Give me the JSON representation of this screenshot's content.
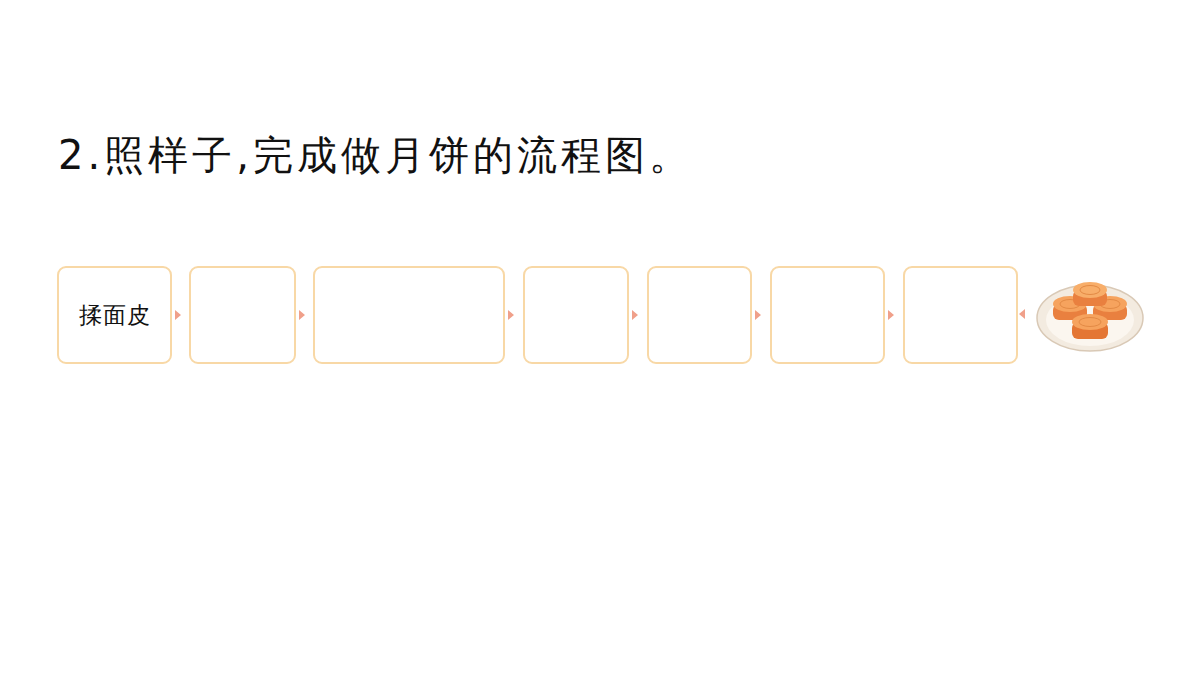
{
  "diagram": {
    "title": "2.照样子,完成做月饼的流程图。",
    "nodes": [
      {
        "text": [
          "揉面皮"
        ]
      },
      {
        "text": []
      },
      {
        "text": []
      },
      {
        "text": []
      },
      {
        "text": []
      },
      {
        "text": []
      },
      {
        "text": []
      }
    ],
    "edges": [
      {
        "from": 0,
        "to": 1,
        "arrow": "to"
      },
      {
        "from": 1,
        "to": 2,
        "arrow": "to"
      },
      {
        "from": 2,
        "to": 3,
        "arrow": "to"
      },
      {
        "from": 3,
        "to": 4,
        "arrow": "to"
      },
      {
        "from": 4,
        "to": 5,
        "arrow": "to"
      },
      {
        "from": 5,
        "to": 6,
        "arrow": "to"
      }
    ]
  }
}
